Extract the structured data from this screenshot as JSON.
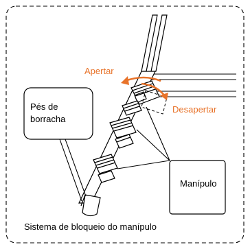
{
  "labels": {
    "apertar": "Apertar",
    "desapertar": "Desapertar",
    "pes_line1": "Pés de",
    "pes_line2": "borracha",
    "manipulo": "Manípulo",
    "caption": "Sistema de bloqueio do manípulo"
  },
  "colors": {
    "accent": "#e8732a",
    "line": "#000000",
    "background": "#ffffff"
  }
}
